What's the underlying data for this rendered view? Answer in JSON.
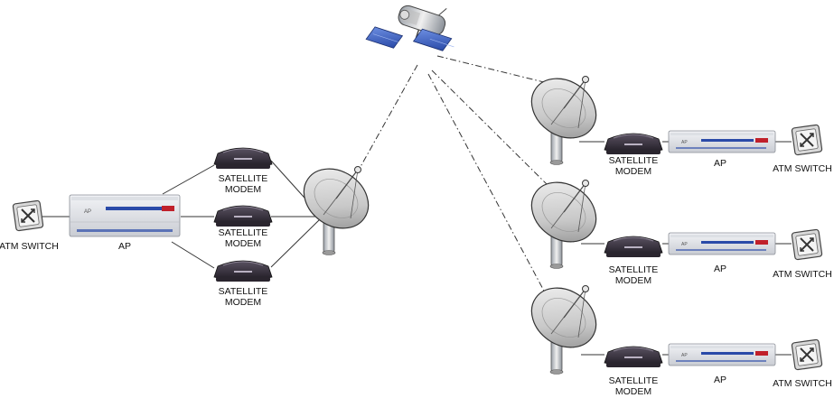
{
  "labels": {
    "atm_switch": "ATM SWITCH",
    "ap": "AP",
    "satellite_modem_line1": "SATELLITE",
    "satellite_modem_line2": "MODEM"
  },
  "icons": {
    "satellite": "satellite-icon",
    "dish": "satellite-dish-icon",
    "modem": "satellite-modem-icon",
    "ap": "ap-rack-unit-icon",
    "atm_switch": "atm-switch-icon"
  },
  "colors": {
    "line": "#333333",
    "device_body": "#e4e6ea",
    "device_stripe": "#2a4aa8",
    "device_badge": "#c0202a",
    "modem_body": "#3a3540",
    "dish_face": "#d8d8d8",
    "solar_panel": "#3b63c8"
  }
}
